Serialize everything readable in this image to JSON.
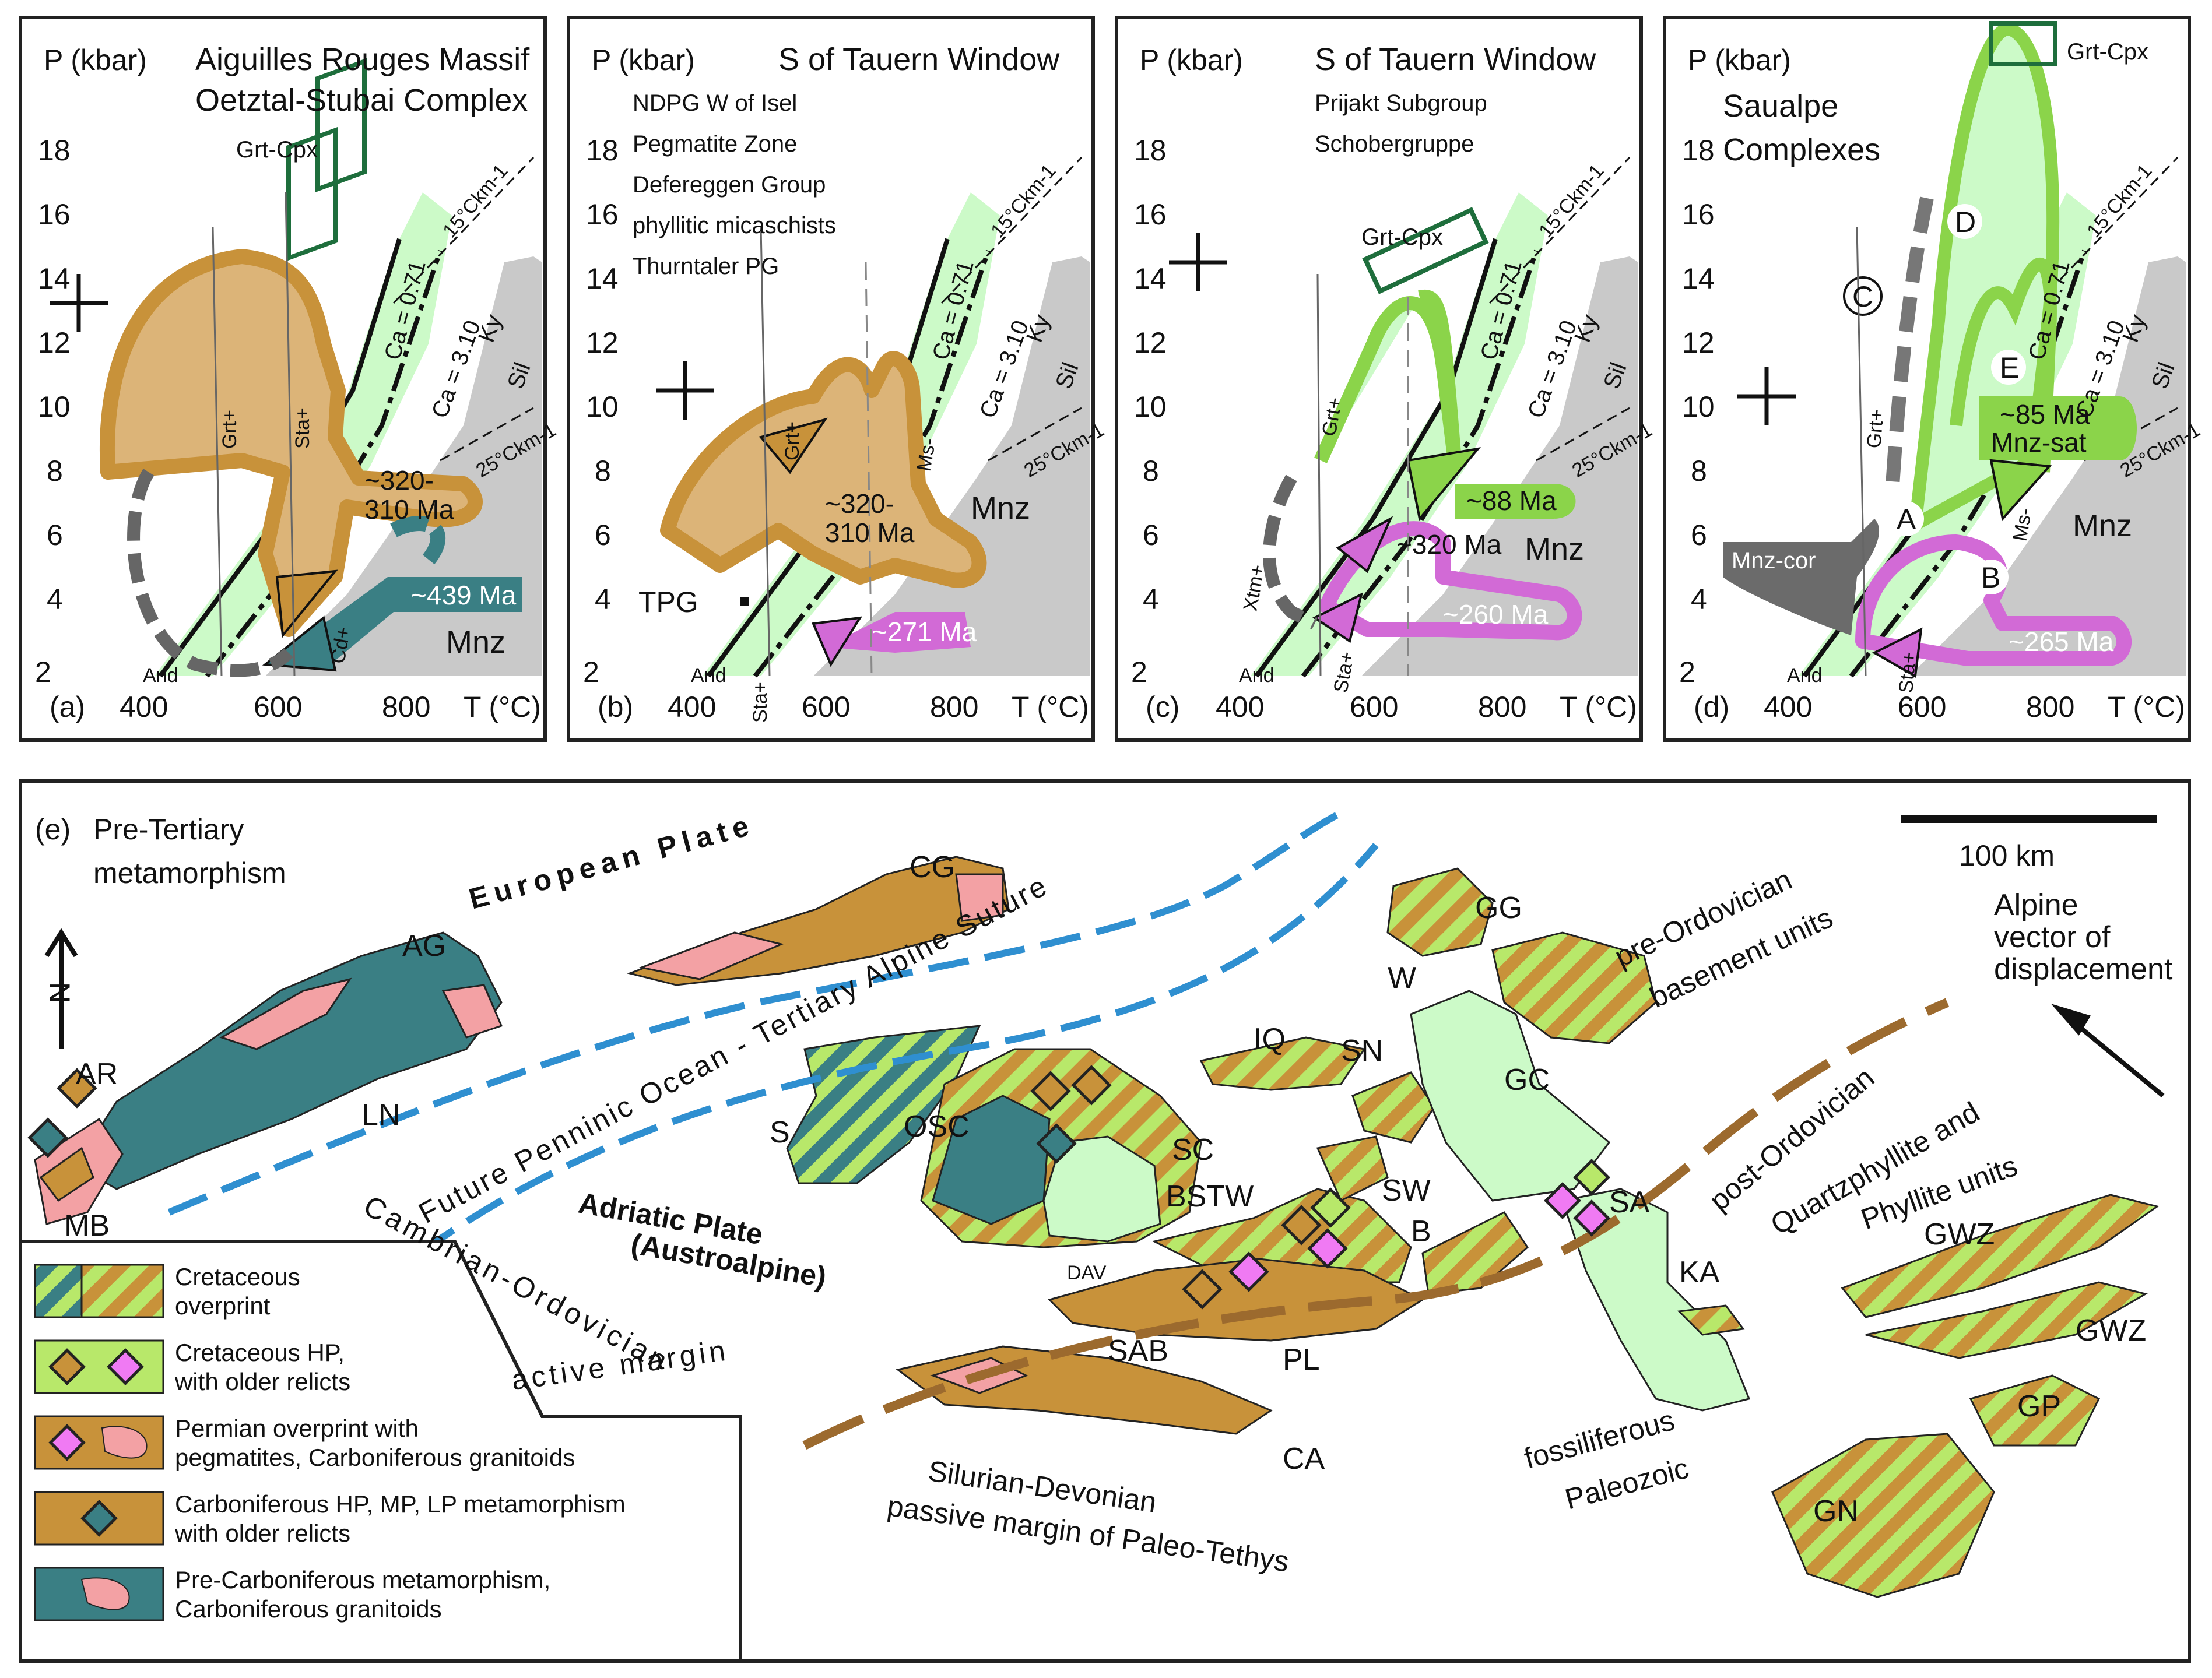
{
  "colors": {
    "brown": "#c8923a",
    "brown_light": "#dcb478",
    "green_light": "#ccfac8",
    "green_lime": "#b8e86a",
    "green_dark": "#1e6e3c",
    "teal": "#3a7f84",
    "pink": "#f3a1a4",
    "magenta": "#d26ad6",
    "grey": "#c9c9c9",
    "blue_dash": "#2f8fd0",
    "brown_dash": "#9c6a2e"
  },
  "panels": [
    {
      "letter": "(a)",
      "p_label": "P (kbar)",
      "t_label": "T (°C)",
      "title_lines": [
        "Aiguilles Rouges Massif",
        "Oetztal-Stubai Complex"
      ],
      "y_ticks": [
        "18",
        "16",
        "14",
        "12",
        "10",
        "8",
        "6",
        "4",
        "2"
      ],
      "x_ticks": [
        "400",
        "600",
        "800"
      ],
      "labels": {
        "grtcpx": "Grt-Cpx",
        "grad15": "15°Ckm-1",
        "grad25": "25°Ckm-1",
        "ca071": "Ca = 0.71",
        "ca310": "Ca = 3.10",
        "ky": "Ky",
        "sil": "Sil",
        "and": "And",
        "mnz": "Mnz",
        "grt": "Grt+",
        "sta": "Sta+",
        "cd": "Cd+"
      },
      "ages": [
        "~320-",
        "310 Ma",
        "~439 Ma"
      ]
    },
    {
      "letter": "(b)",
      "p_label": "P (kbar)",
      "t_label": "T (°C)",
      "title_lines": [
        "S of Tauern Window",
        "NDPG W of Isel",
        "Pegmatite Zone",
        "Defereggen Group",
        "phyllitic micaschists",
        "Thurntaler PG"
      ],
      "y_ticks": [
        "18",
        "16",
        "14",
        "12",
        "10",
        "8",
        "6",
        "4",
        "2"
      ],
      "x_ticks": [
        "400",
        "600",
        "800"
      ],
      "labels": {
        "grad15": "15°Ckm-1",
        "grad25": "25°Ckm-1",
        "ca071": "Ca = 0.71",
        "ca310": "Ca = 3.10",
        "ky": "Ky",
        "sil": "Sil",
        "and": "And",
        "mnz": "Mnz",
        "grt": "Grt+",
        "sta": "Sta+",
        "ms": "Ms-",
        "tpg": "TPG"
      },
      "ages": [
        "~320-",
        "310 Ma",
        "~271 Ma"
      ]
    },
    {
      "letter": "(c)",
      "p_label": "P (kbar)",
      "t_label": "T (°C)",
      "title_lines": [
        "S of Tauern Window",
        "Prijakt Subgroup",
        "Schobergruppe"
      ],
      "y_ticks": [
        "18",
        "16",
        "14",
        "12",
        "10",
        "8",
        "6",
        "4",
        "2"
      ],
      "x_ticks": [
        "400",
        "600",
        "800"
      ],
      "labels": {
        "grtcpx": "Grt-Cpx",
        "grad15": "15°Ckm-1",
        "grad25": "25°Ckm-1",
        "ca071": "Ca = 0.71",
        "ca310": "Ca = 3.10",
        "ky": "Ky",
        "sil": "Sil",
        "and": "And",
        "mnz": "Mnz",
        "grt": "Grt+",
        "sta": "Sta+",
        "xtm": "Xtm+"
      },
      "ages": [
        "~88 Ma",
        "~320 Ma",
        "~260 Ma"
      ]
    },
    {
      "letter": "(d)",
      "p_label": "P (kbar)",
      "t_label": "T (°C)",
      "title_lines": [
        "Saualpe",
        "Complexes"
      ],
      "y_ticks": [
        "18",
        "16",
        "14",
        "12",
        "10",
        "8",
        "6",
        "4",
        "2"
      ],
      "x_ticks": [
        "400",
        "600",
        "800"
      ],
      "labels": {
        "grtcpx": "Grt-Cpx",
        "grad15": "15°Ckm-1",
        "grad25": "25°Ckm-1",
        "ca071": "Ca = 0.71",
        "ca310": "Ca = 3.10",
        "ky": "Ky",
        "sil": "Sil",
        "and": "And",
        "mnz": "Mnz",
        "grt": "Grt+",
        "sta": "Sta+",
        "ms": "Ms-",
        "mnzcor": "Mnz-cor"
      },
      "points": [
        "A",
        "B",
        "C",
        "D",
        "E"
      ],
      "ages": [
        "~85 Ma",
        "Mnz-sat",
        "~265 Ma"
      ]
    }
  ],
  "map": {
    "letter": "(e)",
    "title_lines": [
      "Pre-Tertiary",
      "metamorphism"
    ],
    "scale": "100 km",
    "north": "N",
    "vector_lines": [
      "Alpine",
      "vector of",
      "displacement"
    ],
    "plates": {
      "european": "European Plate",
      "adriatic": "Adriatic Plate",
      "austroalpine": "(Austroalpine)"
    },
    "suture": "Future Penninic Ocean - Tertiary Alpine Suture",
    "margins": [
      "Cambrian-Ordovician",
      "active margin"
    ],
    "passive": [
      "Silurian-Devonian",
      "passive margin of Paleo-Tethys"
    ],
    "pre_ordovician": [
      "pre-Ordovician",
      "basement units"
    ],
    "post_ordovician": [
      "post-Ordovician",
      "Quartzphyllite and",
      "Phyllite units"
    ],
    "fossiliferous": [
      "fossiliferous",
      "Paleozoic"
    ],
    "units": [
      "AG",
      "AR",
      "MB",
      "LN",
      "CG",
      "S",
      "OSC",
      "SC",
      "BSTW",
      "DAV",
      "SAB",
      "PL",
      "CA",
      "IQ",
      "SN",
      "W",
      "GG",
      "GC",
      "SW",
      "B",
      "SA",
      "KA",
      "GWZ",
      "GWZ",
      "GP",
      "GN"
    ]
  },
  "legend": [
    {
      "lines": [
        "Cretaceous",
        "overprint"
      ]
    },
    {
      "lines": [
        "Cretaceous HP,",
        "with older relicts"
      ]
    },
    {
      "lines": [
        "Permian overprint with",
        "pegmatites, Carboniferous granitoids"
      ]
    },
    {
      "lines": [
        "Carboniferous HP, MP, LP metamorphism",
        "with older relicts"
      ]
    },
    {
      "lines": [
        "Pre-Carboniferous metamorphism,",
        "Carboniferous granitoids"
      ]
    }
  ]
}
